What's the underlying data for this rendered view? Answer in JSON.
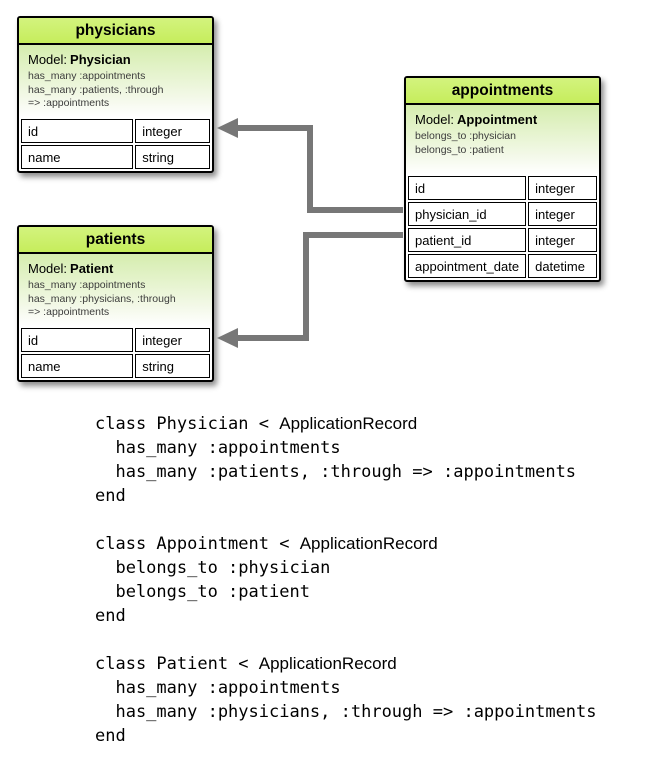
{
  "diagram": {
    "colors": {
      "header_green": "#c6ed5c",
      "model_gradient_top": "#d5edae",
      "arrow_gray": "#777777",
      "border_black": "#000000"
    },
    "tables": [
      {
        "title": "physicians",
        "model_label": "Model:",
        "model_name": "Physician",
        "associations": [
          "has_many :appointments",
          "has_many :patients, :through",
          "=> :appointments"
        ],
        "rows": [
          {
            "name": "id",
            "type": "integer"
          },
          {
            "name": "name",
            "type": "string"
          }
        ]
      },
      {
        "title": "appointments",
        "model_label": "Model:",
        "model_name": "Appointment",
        "associations": [
          "belongs_to :physician",
          "belongs_to :patient"
        ],
        "rows": [
          {
            "name": "id",
            "type": "integer"
          },
          {
            "name": "physician_id",
            "type": "integer"
          },
          {
            "name": "patient_id",
            "type": "integer"
          },
          {
            "name": "appointment_date",
            "type": "datetime"
          }
        ]
      },
      {
        "title": "patients",
        "model_label": "Model:",
        "model_name": "Patient",
        "associations": [
          "has_many :appointments",
          "has_many :physicians, :through",
          "=> :appointments"
        ],
        "rows": [
          {
            "name": "id",
            "type": "integer"
          },
          {
            "name": "name",
            "type": "string"
          }
        ]
      }
    ]
  },
  "code": {
    "blocks": [
      {
        "class_mono": "class Physician < ",
        "class_sans": "ApplicationRecord",
        "body1": "  has_many :appointments",
        "body2": "  has_many :patients, :through => :appointments",
        "end_kw": "end"
      },
      {
        "class_mono": "class Appointment < ",
        "class_sans": "ApplicationRecord",
        "body1": "  belongs_to :physician",
        "body2": "  belongs_to :patient",
        "end_kw": "end"
      },
      {
        "class_mono": "class Patient < ",
        "class_sans": "ApplicationRecord",
        "body1": "  has_many :appointments",
        "body2": "  has_many :physicians, :through => :appointments",
        "end_kw": "end"
      }
    ]
  }
}
